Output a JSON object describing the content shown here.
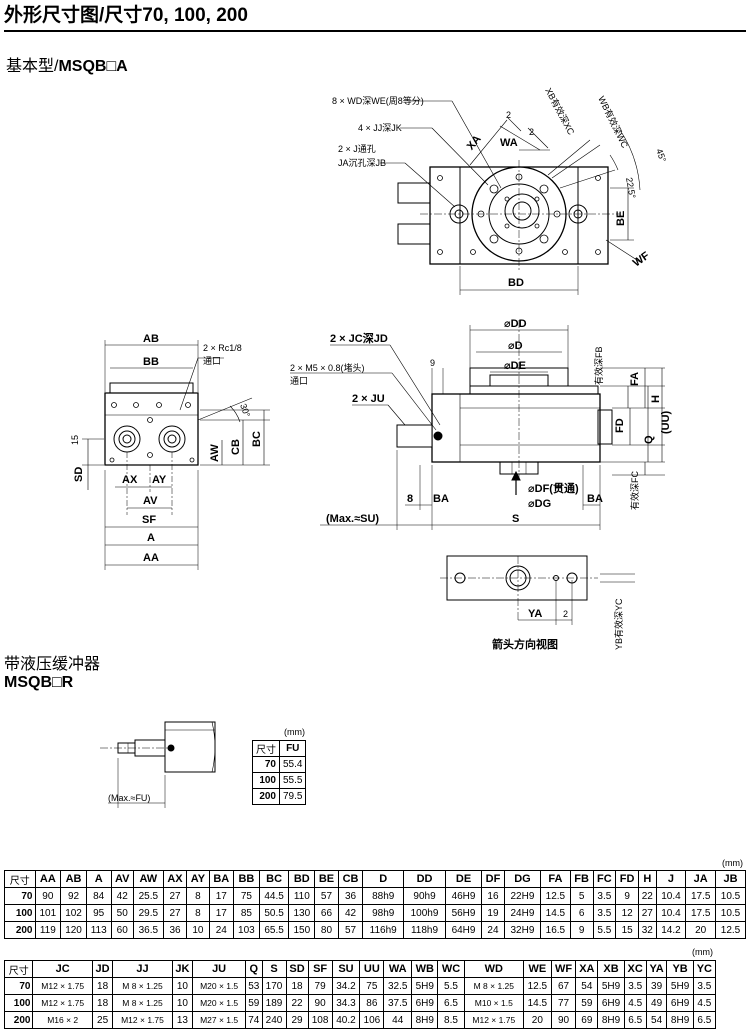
{
  "page_title": "外形尺寸图/尺寸70, 100, 200",
  "section1": {
    "prefix": "基本型/",
    "model": "MSQB□A"
  },
  "section2": {
    "title": "带液压缓冲器",
    "model": "MSQB□R"
  },
  "drawing_labels": {
    "wd": "8 × WD深WE(周8等分)",
    "jj": "4 × JJ深JK",
    "j_through": "2 × J通孔",
    "ja": "JA沉孔深JB",
    "xa": "XA",
    "wa": "WA",
    "xb": "XB有效深XC",
    "wb": "WB有效深WC",
    "deg45": "45°",
    "deg225": "22.5°",
    "be": "BE",
    "bd": "BD",
    "wf": "WF",
    "two": "2",
    "ab": "AB",
    "bb": "BB",
    "rc": "2 × Rc1/8",
    "port": "通口",
    "deg30": "30°",
    "n15": "15",
    "sd": "SD",
    "aw": "AW",
    "cb": "CB",
    "bc": "BC",
    "ax": "AX",
    "ay": "AY",
    "av": "AV",
    "sf": "SF",
    "a": "A",
    "aa": "AA",
    "jc": "2 × JC深JD",
    "m5": "2 × M5 × 0.8(堵头)",
    "port2": "通口",
    "ju": "2 × JU",
    "n9": "9",
    "dd": "⌀DD",
    "d": "⌀D",
    "de": "⌀DE",
    "fb": "有效深FB",
    "fa": "FA",
    "h": "H",
    "fd": "FD",
    "q": "Q",
    "uu": "(UU)",
    "df": "⌀DF(贯通)",
    "dg": "⌀DG",
    "fc": "有效深FC",
    "n8": "8",
    "ba": "BA",
    "ba2": "BA",
    "maxsu": "(Max.≈SU)",
    "s": "S",
    "ya": "YA",
    "n2b": "2",
    "yb": "YB有效深YC",
    "arrow_view": "箭头方向视图",
    "maxfu": "(Max.≈FU)"
  },
  "fu_table": {
    "unit": "(mm)",
    "headers": [
      "尺寸",
      "FU"
    ],
    "rows": [
      [
        "70",
        "55.4"
      ],
      [
        "100",
        "55.5"
      ],
      [
        "200",
        "79.5"
      ]
    ]
  },
  "table1": {
    "unit": "(mm)",
    "headers": [
      "尺寸",
      "AA",
      "AB",
      "A",
      "AV",
      "AW",
      "AX",
      "AY",
      "BA",
      "BB",
      "BC",
      "BD",
      "BE",
      "CB",
      "D",
      "DD",
      "DE",
      "DF",
      "DG",
      "FA",
      "FB",
      "FC",
      "FD",
      "H",
      "J",
      "JA",
      "JB"
    ],
    "rows": [
      [
        "70",
        "90",
        "92",
        "84",
        "42",
        "25.5",
        "27",
        "8",
        "17",
        "75",
        "44.5",
        "110",
        "57",
        "36",
        "88h9",
        "90h9",
        "46H9",
        "16",
        "22H9",
        "12.5",
        "5",
        "3.5",
        "9",
        "22",
        "10.4",
        "17.5",
        "10.5"
      ],
      [
        "100",
        "101",
        "102",
        "95",
        "50",
        "29.5",
        "27",
        "8",
        "17",
        "85",
        "50.5",
        "130",
        "66",
        "42",
        "98h9",
        "100h9",
        "56H9",
        "19",
        "24H9",
        "14.5",
        "6",
        "3.5",
        "12",
        "27",
        "10.4",
        "17.5",
        "10.5"
      ],
      [
        "200",
        "119",
        "120",
        "113",
        "60",
        "36.5",
        "36",
        "10",
        "24",
        "103",
        "65.5",
        "150",
        "80",
        "57",
        "116h9",
        "118h9",
        "64H9",
        "24",
        "32H9",
        "16.5",
        "9",
        "5.5",
        "15",
        "32",
        "14.2",
        "20",
        "12.5"
      ]
    ]
  },
  "table2": {
    "unit": "(mm)",
    "headers": [
      "尺寸",
      "JC",
      "JD",
      "JJ",
      "JK",
      "JU",
      "Q",
      "S",
      "SD",
      "SF",
      "SU",
      "UU",
      "WA",
      "WB",
      "WC",
      "WD",
      "WE",
      "WF",
      "XA",
      "XB",
      "XC",
      "YA",
      "YB",
      "YC"
    ],
    "rows": [
      [
        "70",
        "M12 × 1.75",
        "18",
        "M 8 × 1.25",
        "10",
        "M20 × 1.5",
        "53",
        "170",
        "18",
        "79",
        "34.2",
        "75",
        "32.5",
        "5H9",
        "5.5",
        "M 8 × 1.25",
        "12.5",
        "67",
        "54",
        "5H9",
        "3.5",
        "39",
        "5H9",
        "3.5"
      ],
      [
        "100",
        "M12 × 1.75",
        "18",
        "M 8 × 1.25",
        "10",
        "M20 × 1.5",
        "59",
        "189",
        "22",
        "90",
        "34.3",
        "86",
        "37.5",
        "6H9",
        "6.5",
        "M10 × 1.5",
        "14.5",
        "77",
        "59",
        "6H9",
        "4.5",
        "49",
        "6H9",
        "4.5"
      ],
      [
        "200",
        "M16 × 2",
        "25",
        "M12 × 1.75",
        "13",
        "M27 × 1.5",
        "74",
        "240",
        "29",
        "108",
        "40.2",
        "106",
        "44",
        "8H9",
        "8.5",
        "M12 × 1.75",
        "20",
        "90",
        "69",
        "8H9",
        "6.5",
        "54",
        "8H9",
        "6.5"
      ]
    ]
  }
}
